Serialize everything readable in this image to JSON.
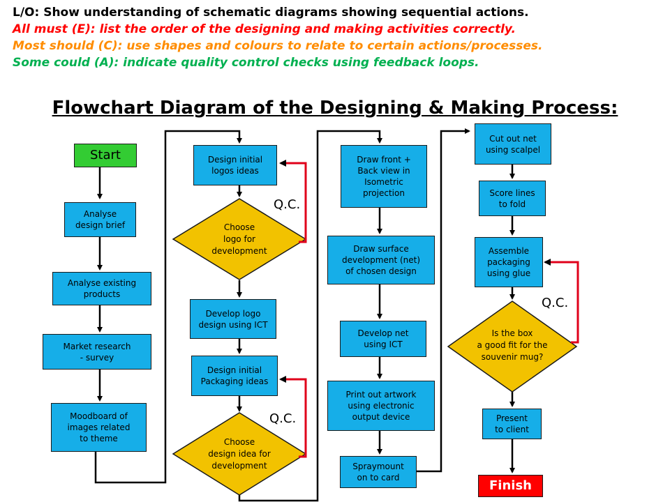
{
  "objectives": {
    "lo": "L/O: Show understanding of schematic diagrams showing sequential actions.",
    "all": "All must (E): list the order of the designing and making activities correctly.",
    "most": "Most should (C): use shapes and colours to relate to certain actions/processes.",
    "some": "Some could (A): indicate quality control checks using feedback loops."
  },
  "title": "Flowchart Diagram of the Designing & Making Process:",
  "colors": {
    "process": "#16aee8",
    "decision": "#f2c200",
    "start": "#33cc33",
    "finish": "#ff0000",
    "feedback_loop": "#e0001a",
    "all_must": "#ff0000",
    "most_should": "#ff8c00",
    "some_could": "#00b050"
  },
  "nodes": {
    "start": "Start",
    "analyse_brief": "Analyse\ndesign brief",
    "analyse_products": "Analyse existing\nproducts",
    "market_research": "Market research\n- survey",
    "moodboard": "Moodboard of\nimages related\nto theme",
    "design_logos": "Design initial\nlogos ideas",
    "choose_logo": "Choose\nlogo for\ndevelopment",
    "develop_logo": "Develop logo\ndesign using ICT",
    "design_packaging": "Design initial\nPackaging ideas",
    "choose_design": "Choose\ndesign idea for\ndevelopment",
    "draw_views": "Draw front +\nBack view in\nIsometric\nprojection",
    "draw_net": "Draw surface\ndevelopment (net)\nof chosen design",
    "develop_net": "Develop net\nusing ICT",
    "print_artwork": "Print out artwork\nusing electronic\noutput device",
    "spraymount": "Spraymount\non to card",
    "cut_net": "Cut out net\nusing scalpel",
    "score_lines": "Score lines\nto fold",
    "assemble": "Assemble\npackaging\nusing glue",
    "box_fit": "Is the box\na good fit for the\nsouvenir mug?",
    "present": "Present\nto client",
    "finish": "Finish"
  },
  "qc_labels": {
    "logo": "Q.C.",
    "packaging": "Q.C.",
    "fit": "Q.C."
  }
}
